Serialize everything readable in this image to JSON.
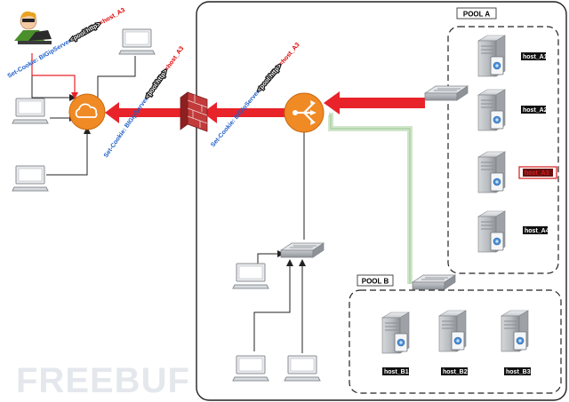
{
  "pools": {
    "a": {
      "title": "POOL A"
    },
    "b": {
      "title": "POOL B"
    }
  },
  "hosts": {
    "a1": "host_A1",
    "a2": "host_A2",
    "a3": "host_A3",
    "a4": "host_A4",
    "b1": "host_B1",
    "b2": "host_B2",
    "b3": "host_B3"
  },
  "cookie": {
    "part1": "Set-Cookie: BIGipServer",
    "part2": "<pool http>",
    "part3": "=host_A3"
  },
  "watermark": "FREEBUF",
  "colors": {
    "arrow_red": "#e8232a",
    "cookie_blue": "#1f5fc9",
    "cookie_red": "#e00000",
    "orange": "#f08a24",
    "green_path": "#cfe6c9",
    "host_highlight": "#d41c1c"
  }
}
